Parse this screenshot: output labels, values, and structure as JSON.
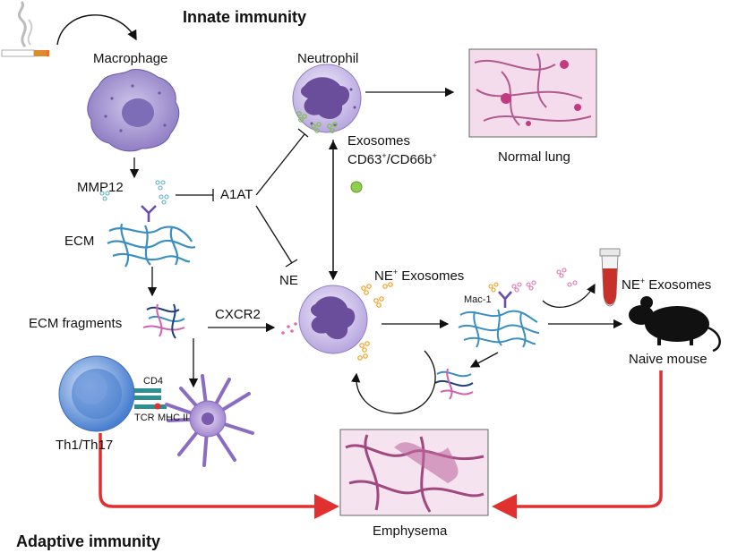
{
  "titles": {
    "innate": "Innate immunity",
    "adaptive": "Adaptive immunity"
  },
  "labels": {
    "macrophage": "Macrophage",
    "neutrophil": "Neutrophil",
    "normal_lung": "Normal lung",
    "exosomes_line1": "Exosomes",
    "exosomes_cd63": "CD63",
    "exosomes_sep": "/CD66b",
    "plus": "+",
    "mmp12": "MMP12",
    "a1at": "A1AT",
    "ecm": "ECM",
    "ne": "NE",
    "ne_exosomes_1": "NE",
    "ne_exosomes_1_rest": " Exosomes",
    "ne_exosomes_2": "NE",
    "ne_exosomes_2_rest": " Exosomes",
    "ecm_fragments": "ECM fragments",
    "cxcr2": "CXCR2",
    "mac1": "Mac-1",
    "naive_mouse": "Naive mouse",
    "cd4": "CD4",
    "tcr": "TCR",
    "mhc2": "MHC II",
    "th": "Th1/Th17",
    "emphysema": "Emphysema"
  },
  "colors": {
    "arrow": "#111111",
    "red_arrow": "#e03030",
    "macrophage": "#9a8ac8",
    "neutrophil": "#c9bce6",
    "nucleus": "#6a4e9c",
    "ecm_blue": "#3a8fc0",
    "ecm_dark": "#1f3f7a",
    "ecm_pink": "#d060b0",
    "tcell": "#5b8fd8",
    "dendritic": "#9b7bc8",
    "tissue": "#e8b8d8",
    "tissue_dark": "#a04880",
    "exosome_green": "#8fd050",
    "exosome_orange": "#f0a020",
    "exosome_pink": "#e070b0"
  }
}
